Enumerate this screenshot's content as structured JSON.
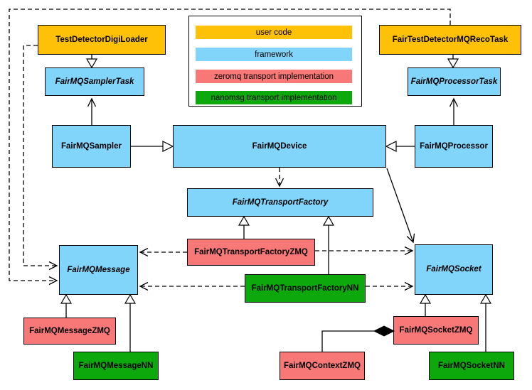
{
  "colors": {
    "user_code": "#FFC107",
    "framework": "#81D4FA",
    "zeromq": "#F87878",
    "nanomsg": "#0CA80C",
    "line": "#000000",
    "background": "#FFFFFF"
  },
  "legend": {
    "items": [
      {
        "label": "user code",
        "color": "#FFC107"
      },
      {
        "label": "framework",
        "color": "#81D4FA"
      },
      {
        "label": "zeromq transport implementation",
        "color": "#F87878"
      },
      {
        "label": "nanomsg transport implementation",
        "color": "#0CA80C"
      }
    ]
  },
  "nodes": {
    "test_detector_digi_loader": {
      "label": "TestDetectorDigiLoader",
      "category": "user code",
      "abstract": false
    },
    "fair_test_detector_mq_reco_task": {
      "label": "FairTestDetectorMQRecoTask",
      "category": "user code",
      "abstract": false
    },
    "fair_mq_sampler_task": {
      "label": "FairMQSamplerTask",
      "category": "framework",
      "abstract": true
    },
    "fair_mq_processor_task": {
      "label": "FairMQProcessorTask",
      "category": "framework",
      "abstract": true
    },
    "fair_mq_sampler": {
      "label": "FairMQSampler",
      "category": "framework",
      "abstract": false
    },
    "fair_mq_device": {
      "label": "FairMQDevice",
      "category": "framework",
      "abstract": false
    },
    "fair_mq_processor": {
      "label": "FairMQProcessor",
      "category": "framework",
      "abstract": false
    },
    "fair_mq_transport_factory": {
      "label": "FairMQTransportFactory",
      "category": "framework",
      "abstract": true
    },
    "fair_mq_transport_factory_zmq": {
      "label": "FairMQTransportFactoryZMQ",
      "category": "zeromq",
      "abstract": false
    },
    "fair_mq_transport_factory_nn": {
      "label": "FairMQTransportFactoryNN",
      "category": "nanomsg",
      "abstract": false
    },
    "fair_mq_message": {
      "label": "FairMQMessage",
      "category": "framework",
      "abstract": true
    },
    "fair_mq_socket": {
      "label": "FairMQSocket",
      "category": "framework",
      "abstract": true
    },
    "fair_mq_message_zmq": {
      "label": "FairMQMessageZMQ",
      "category": "zeromq",
      "abstract": false
    },
    "fair_mq_message_nn": {
      "label": "FairMQMessageNN",
      "category": "nanomsg",
      "abstract": false
    },
    "fair_mq_context_zmq": {
      "label": "FairMQContextZMQ",
      "category": "zeromq",
      "abstract": false
    },
    "fair_mq_socket_zmq": {
      "label": "FairMQSocketZMQ",
      "category": "zeromq",
      "abstract": false
    },
    "fair_mq_socket_nn": {
      "label": "FairMQSocketNN",
      "category": "nanomsg",
      "abstract": false
    }
  },
  "relationships": [
    {
      "from": "TestDetectorDigiLoader",
      "to": "FairMQSamplerTask",
      "type": "inheritance"
    },
    {
      "from": "FairTestDetectorMQRecoTask",
      "to": "FairMQProcessorTask",
      "type": "inheritance"
    },
    {
      "from": "FairMQSampler",
      "to": "FairMQDevice",
      "type": "inheritance"
    },
    {
      "from": "FairMQProcessor",
      "to": "FairMQDevice",
      "type": "inheritance"
    },
    {
      "from": "FairMQTransportFactoryZMQ",
      "to": "FairMQTransportFactory",
      "type": "inheritance"
    },
    {
      "from": "FairMQTransportFactoryNN",
      "to": "FairMQTransportFactory",
      "type": "inheritance"
    },
    {
      "from": "FairMQMessageZMQ",
      "to": "FairMQMessage",
      "type": "inheritance"
    },
    {
      "from": "FairMQMessageNN",
      "to": "FairMQMessage",
      "type": "inheritance"
    },
    {
      "from": "FairMQSocketZMQ",
      "to": "FairMQSocket",
      "type": "inheritance"
    },
    {
      "from": "FairMQSocketNN",
      "to": "FairMQSocket",
      "type": "inheritance"
    },
    {
      "from": "FairMQSampler",
      "to": "FairMQSamplerTask",
      "type": "association"
    },
    {
      "from": "FairMQProcessor",
      "to": "FairMQProcessorTask",
      "type": "association"
    },
    {
      "from": "FairMQDevice",
      "to": "FairMQTransportFactory",
      "type": "dependency"
    },
    {
      "from": "FairMQDevice",
      "to": "FairMQSocket",
      "type": "association"
    },
    {
      "from": "FairMQTransportFactoryZMQ",
      "to": "FairMQMessage",
      "type": "dependency"
    },
    {
      "from": "FairMQTransportFactoryZMQ",
      "to": "FairMQSocket",
      "type": "dependency"
    },
    {
      "from": "FairMQTransportFactoryNN",
      "to": "FairMQMessage",
      "type": "dependency"
    },
    {
      "from": "FairMQTransportFactoryNN",
      "to": "FairMQSocket",
      "type": "dependency"
    },
    {
      "from": "TestDetectorDigiLoader",
      "to": "FairMQMessage",
      "type": "dependency"
    },
    {
      "from": "FairTestDetectorMQRecoTask",
      "to": "FairMQMessage",
      "type": "dependency"
    },
    {
      "from": "FairMQContextZMQ",
      "to": "FairMQSocketZMQ",
      "type": "aggregation"
    }
  ]
}
